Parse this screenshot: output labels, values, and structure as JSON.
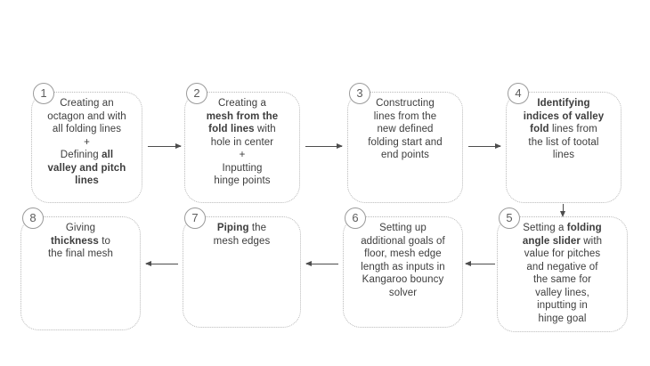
{
  "flowchart": {
    "colors": {
      "background": "#ffffff",
      "text": "#3d3d3d",
      "box_border": "#b9b9b9",
      "circle_border": "#9a9a9a",
      "arrow": "#4d4d4d"
    },
    "steps": [
      {
        "number": "1",
        "runs": [
          {
            "text": "Creating an\noctagon and with\nall folding lines\n+\nDefining ",
            "bold": false
          },
          {
            "text": "all\nvalley and pitch\nlines",
            "bold": true
          }
        ]
      },
      {
        "number": "2",
        "runs": [
          {
            "text": "Creating a\n",
            "bold": false
          },
          {
            "text": "mesh from the\nfold lines",
            "bold": true
          },
          {
            "text": " with\nhole in center\n+\nInputting\nhinge points",
            "bold": false
          }
        ]
      },
      {
        "number": "3",
        "runs": [
          {
            "text": "Constructing\nlines from the\nnew defined\nfolding start and\nend points",
            "bold": false
          }
        ]
      },
      {
        "number": "4",
        "runs": [
          {
            "text": "Identifying\nindices of valley\nfold",
            "bold": true
          },
          {
            "text": " lines from\nthe list of tootal\nlines",
            "bold": false
          }
        ]
      },
      {
        "number": "5",
        "runs": [
          {
            "text": "Setting a ",
            "bold": false
          },
          {
            "text": "folding\nangle slider",
            "bold": true
          },
          {
            "text": " with\nvalue for pitches\nand negative of\nthe same for\nvalley lines,\ninputting in\nhinge goal",
            "bold": false
          }
        ]
      },
      {
        "number": "6",
        "runs": [
          {
            "text": "Setting up\nadditional goals of\nfloor, mesh edge\nlength as inputs in\nKangaroo bouncy\nsolver",
            "bold": false
          }
        ]
      },
      {
        "number": "7",
        "runs": [
          {
            "text": "Piping",
            "bold": true
          },
          {
            "text": " the\nmesh edges",
            "bold": false
          }
        ]
      },
      {
        "number": "8",
        "runs": [
          {
            "text": "Giving\n",
            "bold": false
          },
          {
            "text": "thickness",
            "bold": true
          },
          {
            "text": " to\nthe final mesh",
            "bold": false
          }
        ]
      }
    ]
  }
}
